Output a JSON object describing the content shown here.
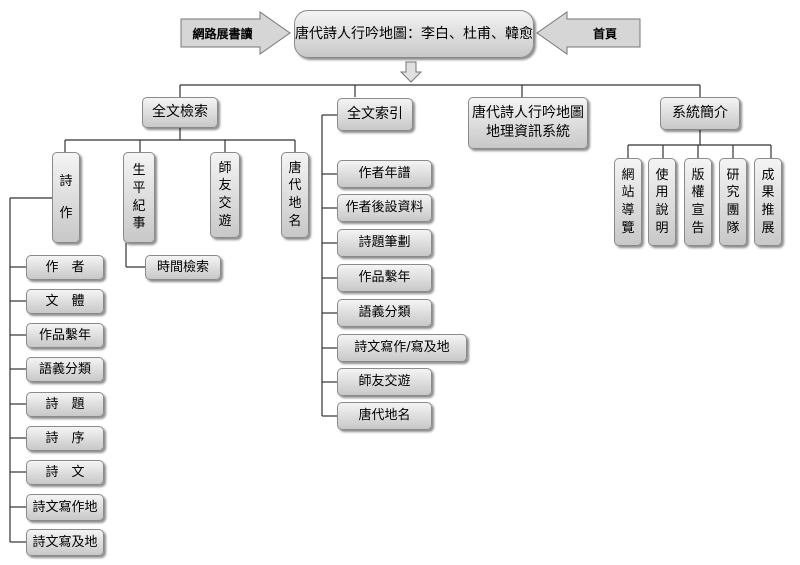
{
  "header": {
    "title": "唐代詩人行吟地圖：李白、杜甫、韓愈",
    "left_link": "網路展書讀",
    "right_link": "首頁"
  },
  "sections": {
    "fulltext_search": {
      "label": "全文檢索",
      "items": [
        "詩作",
        "生平紀事",
        "師友交遊",
        "唐代地名"
      ],
      "poetry_children": [
        "作　者",
        "文　體",
        "作品繫年",
        "語義分類",
        "詩　題",
        "詩　序",
        "詩　文",
        "詩文寫作地",
        "詩文寫及地"
      ],
      "life_children": [
        "時間檢索"
      ]
    },
    "fulltext_index": {
      "label": "全文索引",
      "items": [
        "作者年譜",
        "作者後設資料",
        "詩題筆劃",
        "作品繫年",
        "語義分類",
        "詩文寫作/寫及地",
        "師友交遊",
        "唐代地名"
      ]
    },
    "gis": {
      "label_line1": "唐代詩人行吟地圖",
      "label_line2": "地理資訊系統"
    },
    "system_intro": {
      "label": "系統簡介",
      "items": [
        "網站導覽",
        "使用說明",
        "版權宣告",
        "研究團隊",
        "成果推展"
      ]
    }
  }
}
